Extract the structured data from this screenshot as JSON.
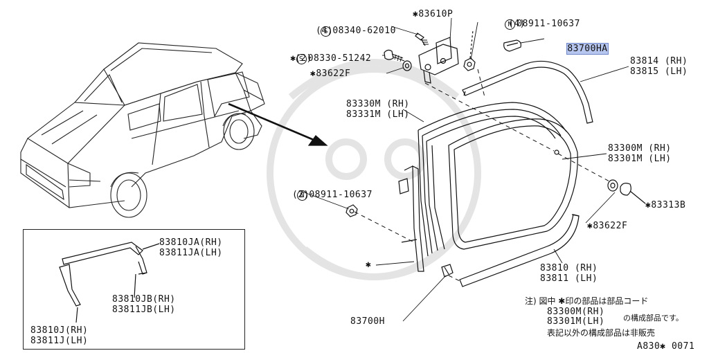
{
  "parts": {
    "screw_top": {
      "mark": "S",
      "number": "08340-62010",
      "qty": "(4)"
    },
    "hinge": {
      "number": "✱83610P"
    },
    "nut_top": {
      "mark": "N",
      "number": "08911-10637",
      "qty": "(4)"
    },
    "screw_left": {
      "mark": "S",
      "prefix": "✱",
      "number": "08330-51242",
      "qty": "(2)"
    },
    "clip": {
      "number": "83700HA"
    },
    "washer_top": {
      "number": "✱83622F"
    },
    "molding_upper": {
      "rh": "83814 (RH)",
      "lh": "83815 (LH)"
    },
    "glass_frame": {
      "rh": "83330M (RH)",
      "lh": "83331M (LH)"
    },
    "glass": {
      "rh": "83300M (RH)",
      "lh": "83301M (LH)"
    },
    "nut_mid": {
      "mark": "N",
      "number": "08911-10637",
      "qty": "(2)"
    },
    "fastener_right": {
      "number": "✱83313B"
    },
    "washer_right": {
      "number": "✱83622F"
    },
    "star_part": {
      "number": "✱"
    },
    "molding_lower": {
      "rh": "83810 (RH)",
      "lh": "83811 (LH)"
    },
    "clip_lower": {
      "number": "83700H"
    }
  },
  "inset": {
    "a": {
      "rh": "83810JA(RH)",
      "lh": "83811JA(LH)"
    },
    "b": {
      "rh": "83810JB(RH)",
      "lh": "83811JB(LH)"
    },
    "c": {
      "rh": "83810J(RH)",
      "lh": "83811J(LH)"
    }
  },
  "note": {
    "line1": "注) 図中 ✱印の部品は部品コード",
    "line2a": "83300M(RH)",
    "line2b": "83301M(LH)",
    "line2c": "の構成部品です。",
    "line3": "表記以外の構成部品は非販売"
  },
  "figure_code": "A830✱ 0071"
}
